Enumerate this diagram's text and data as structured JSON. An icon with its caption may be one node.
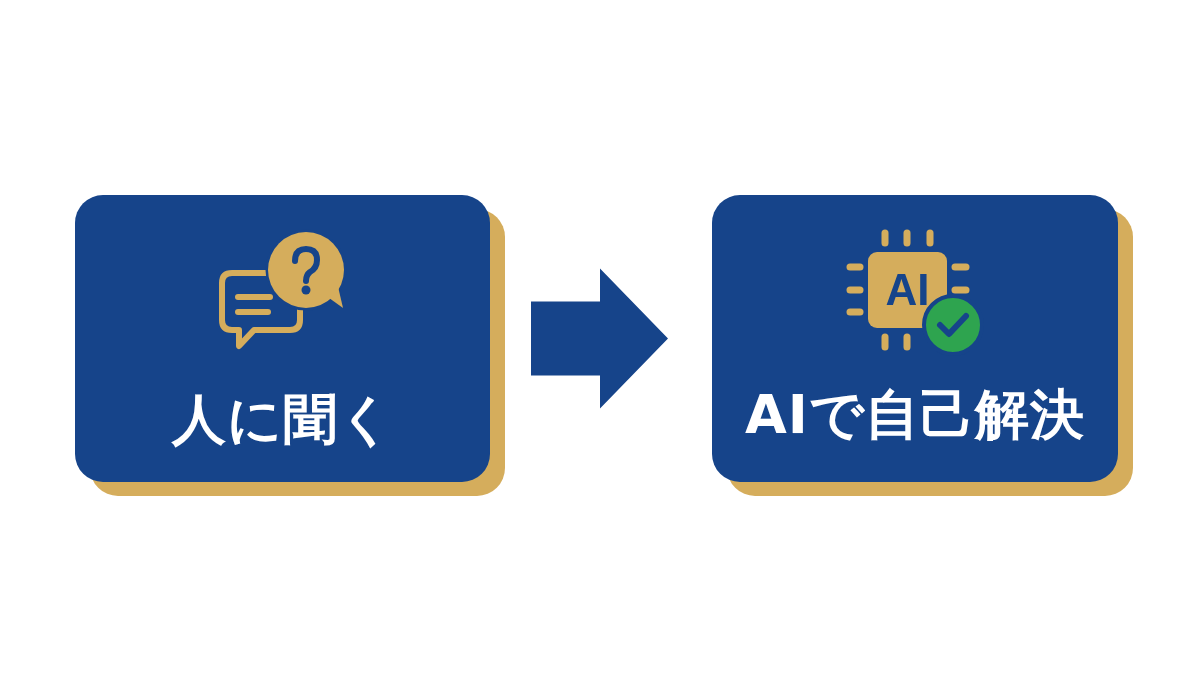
{
  "diagram": {
    "nodes": [
      {
        "text": [
          "人に聞く"
        ]
      },
      {
        "text": [
          "AI",
          "AIで自己解決"
        ]
      }
    ],
    "edges": [
      {
        "from": 0,
        "to": 1,
        "arrow": "to"
      }
    ]
  }
}
